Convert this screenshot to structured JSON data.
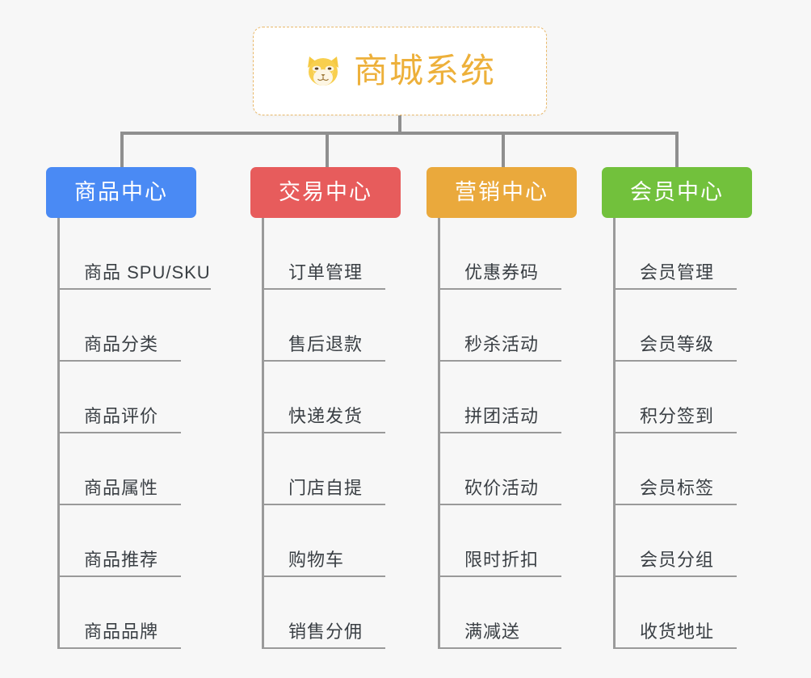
{
  "page": {
    "background_color": "#f7f7f7",
    "line_color": "#8f8f8f"
  },
  "root": {
    "title": "商城系统",
    "emoji_icon": "shiba-dog-emoji",
    "emoji_char": "🐶",
    "text_color": "#edb03a",
    "border_color": "#e9b96b",
    "background_color": "#ffffff"
  },
  "branches": [
    {
      "id": "product-center",
      "label": "商品中心",
      "color": "#4a8af4",
      "items": [
        {
          "label": "商品 SPU/SKU"
        },
        {
          "label": "商品分类"
        },
        {
          "label": "商品评价"
        },
        {
          "label": "商品属性"
        },
        {
          "label": "商品推荐"
        },
        {
          "label": "商品品牌"
        }
      ]
    },
    {
      "id": "trade-center",
      "label": "交易中心",
      "color": "#e75c5c",
      "items": [
        {
          "label": "订单管理"
        },
        {
          "label": "售后退款"
        },
        {
          "label": "快递发货"
        },
        {
          "label": "门店自提"
        },
        {
          "label": "购物车"
        },
        {
          "label": "销售分佣"
        }
      ]
    },
    {
      "id": "marketing-center",
      "label": "营销中心",
      "color": "#eaa93c",
      "items": [
        {
          "label": "优惠券码"
        },
        {
          "label": "秒杀活动"
        },
        {
          "label": "拼团活动"
        },
        {
          "label": "砍价活动"
        },
        {
          "label": "限时折扣"
        },
        {
          "label": "满减送"
        }
      ]
    },
    {
      "id": "member-center",
      "label": "会员中心",
      "color": "#72c13c",
      "items": [
        {
          "label": "会员管理"
        },
        {
          "label": "会员等级"
        },
        {
          "label": "积分签到"
        },
        {
          "label": "会员标签"
        },
        {
          "label": "会员分组"
        },
        {
          "label": "收货地址"
        }
      ]
    }
  ]
}
